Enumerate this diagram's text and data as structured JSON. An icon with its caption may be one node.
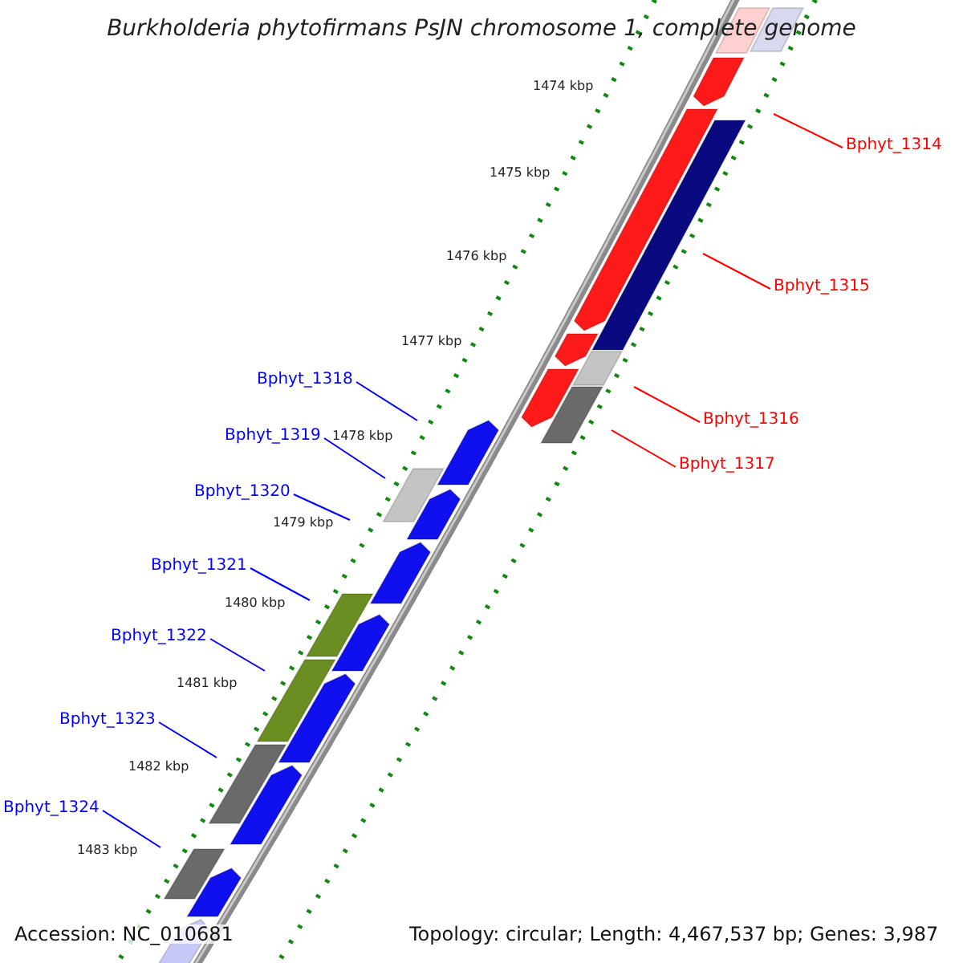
{
  "diagram": {
    "title": "Burkholderia phytofirmans PsJN chromosome 1, complete genome",
    "nodes": [
      {
        "text": [
          "Bphyt_1314"
        ]
      },
      {
        "text": [
          "Bphyt_1315"
        ]
      },
      {
        "text": [
          "Bphyt_1316"
        ]
      },
      {
        "text": [
          "Bphyt_1317"
        ]
      },
      {
        "text": [
          "Bphyt_1318"
        ]
      },
      {
        "text": [
          "Bphyt_1319"
        ]
      },
      {
        "text": [
          "Bphyt_1320"
        ]
      },
      {
        "text": [
          "Bphyt_1321"
        ]
      },
      {
        "text": [
          "Bphyt_1322"
        ]
      },
      {
        "text": [
          "Bphyt_1323"
        ]
      },
      {
        "text": [
          "Bphyt_1324"
        ]
      }
    ],
    "edges": [
      {
        "from": 0,
        "to": null,
        "arrow": "none",
        "color": "#ff0000"
      },
      {
        "from": 1,
        "to": null,
        "arrow": "none",
        "color": "#ff0000"
      },
      {
        "from": 2,
        "to": null,
        "arrow": "none",
        "color": "#ff0000"
      },
      {
        "from": 3,
        "to": null,
        "arrow": "none",
        "color": "#ff0000"
      },
      {
        "from": 4,
        "to": null,
        "arrow": "none"
      },
      {
        "from": 5,
        "to": null,
        "arrow": "none"
      },
      {
        "from": 6,
        "to": null,
        "arrow": "none"
      },
      {
        "from": 7,
        "to": null,
        "arrow": "none"
      },
      {
        "from": 8,
        "to": null,
        "arrow": "none"
      },
      {
        "from": 9,
        "to": null,
        "arrow": "none"
      },
      {
        "from": 10,
        "to": null,
        "arrow": "none"
      }
    ],
    "labels": [
      "1474 kbp",
      "1475 kbp",
      "1476 kbp",
      "1477 kbp",
      "1478 kbp",
      "1479 kbp",
      "1480 kbp",
      "1481 kbp",
      "1482 kbp",
      "1483 kbp",
      "Accession: NC_010681",
      "Topology: circular; Length: 4,467,537 bp; Genes: 3,987"
    ]
  }
}
